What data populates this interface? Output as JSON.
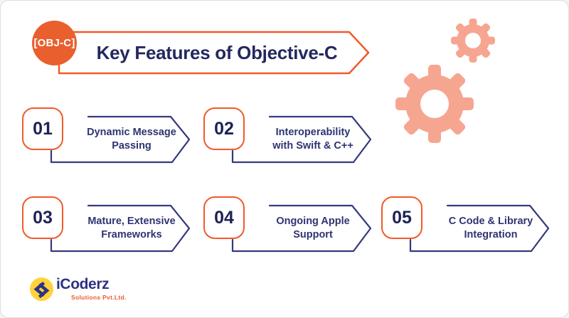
{
  "colors": {
    "orange": "#F15A29",
    "navy_stroke": "#343A7E",
    "navy_text": "#23285E",
    "salmon": "#F6A690",
    "logo_yellow": "#FFD23B",
    "logo_navy": "#2D3282",
    "logo_orange": "#E85C2B"
  },
  "header": {
    "badge_label": "[OBJ-C]",
    "title": "Key Features of Objective-C"
  },
  "features": [
    {
      "number": "01",
      "line1": "Dynamic Message",
      "line2": "Passing"
    },
    {
      "number": "02",
      "line1": "Interoperability",
      "line2": "with Swift & C++"
    },
    {
      "number": "03",
      "line1": "Mature, Extensive",
      "line2": "Frameworks"
    },
    {
      "number": "04",
      "line1": "Ongoing Apple",
      "line2": "Support"
    },
    {
      "number": "05",
      "line1": "C Code & Library",
      "line2": "Integration"
    }
  ],
  "logo": {
    "name": "iCoderz",
    "subtitle": "Solutions Pvt.Ltd."
  }
}
